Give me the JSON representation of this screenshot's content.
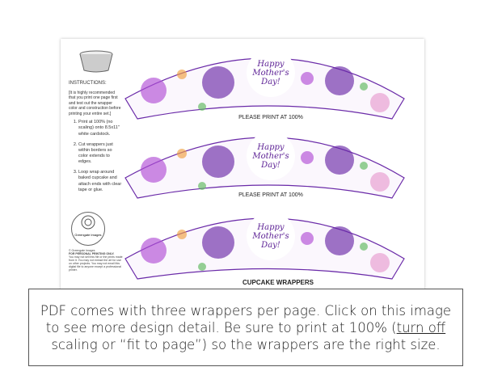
{
  "sidebar": {
    "heading": "INSTRUCTIONS:",
    "intro": "[It is highly recommended that you print one page first and test out the wrapper color and construction before printing your entire set.]",
    "steps": [
      "Print at 100% (no scaling) onto 8.5x11\" white cardstock.",
      "Cut wrappers just within borders so color extends to edges.",
      "Loop wrap around baked cupcake and attach ends with clear tape or glue."
    ],
    "logo": "Greengate Images",
    "copyright": "© Greengate Images",
    "legal_heading": "FOR PERSONAL PRINTING ONLY.",
    "legal": "You may not sell this file or the prints made from it. You may not extract the art for use on other projects. You may not email this digital file to anyone except a professional printer."
  },
  "wrappers": [
    {
      "title": "Happy Mother's Day!",
      "print_note": "PLEASE PRINT AT 100%"
    },
    {
      "title": "Happy Mother's Day!",
      "print_note": "PLEASE PRINT AT 100%"
    },
    {
      "title": "Happy Mother's Day!"
    }
  ],
  "footer_title": "CUPCAKE WRAPPERS",
  "note": {
    "before": "PDF comes with three wrappers per page. Click on this image to see more design detail. Be sure to print at 100% (",
    "underlined": "turn off",
    "after": " scaling or “fit to page”) so the wrappers are the right size."
  },
  "colors": {
    "purple": "#6a2aa8",
    "violet": "#b04fd6",
    "green": "#5cb85c"
  }
}
